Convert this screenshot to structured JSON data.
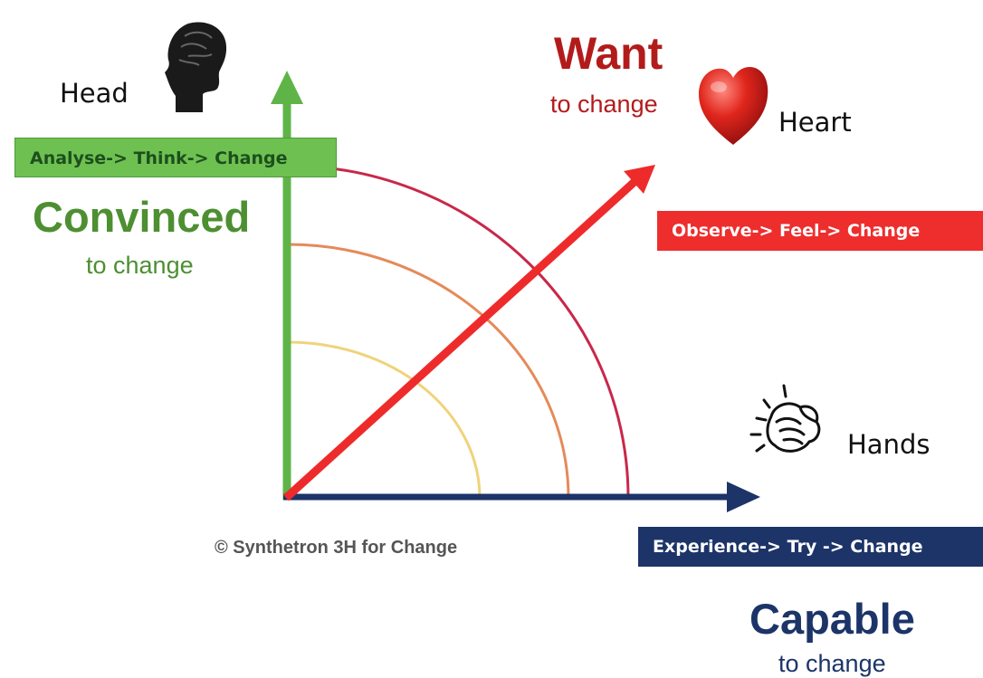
{
  "colors": {
    "green": "#5fb447",
    "green_dark": "#4d8f31",
    "red": "#ee2b2b",
    "red_dark": "#b31b1b",
    "navy": "#1c3468",
    "arc_inner": "#f0d37a",
    "arc_middle": "#e58a5a",
    "arc_outer": "#c8284a"
  },
  "head": {
    "label": "Head",
    "icon": "head-brain-icon"
  },
  "heart": {
    "label": "Heart",
    "icon": "heart-icon"
  },
  "hands": {
    "label": "Hands",
    "icon": "handshake-icon"
  },
  "banners": {
    "head": "Analyse-> Think-> Change",
    "heart": "Observe-> Feel-> Change",
    "hands": "Experience-> Try -> Change"
  },
  "states": {
    "convinced": {
      "title": "Convinced",
      "sub": "to change"
    },
    "want": {
      "title": "Want",
      "sub": "to change"
    },
    "capable": {
      "title": "Capable",
      "sub": "to change"
    }
  },
  "copyright": "© Synthetron 3H for Change"
}
